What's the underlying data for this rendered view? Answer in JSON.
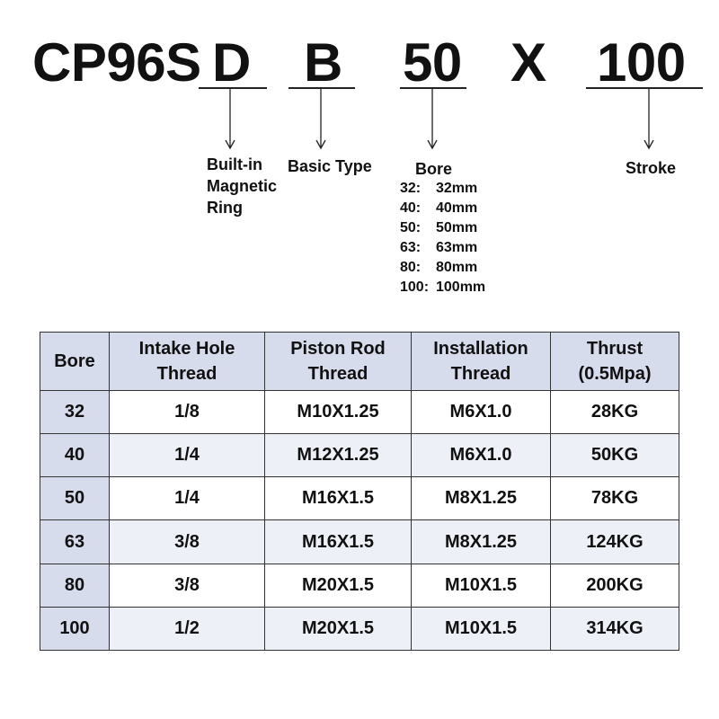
{
  "model_code": {
    "prefix": "CP96S",
    "magnet": "D",
    "type": "B",
    "bore": "50",
    "separator": "X",
    "stroke": "100"
  },
  "labels": {
    "magnet_line1": "Built-in",
    "magnet_line2": "Magnetic",
    "magnet_line3": "Ring",
    "basic_type": "Basic Type",
    "bore": "Bore",
    "stroke": "Stroke"
  },
  "bore_options": [
    {
      "code": "32:",
      "value": "32mm"
    },
    {
      "code": "40:",
      "value": "40mm"
    },
    {
      "code": "50:",
      "value": "50mm"
    },
    {
      "code": "63:",
      "value": "63mm"
    },
    {
      "code": "80:",
      "value": "80mm"
    },
    {
      "code": "100:",
      "value": "100mm"
    }
  ],
  "table": {
    "headers": [
      {
        "line1": "Bore",
        "line2": ""
      },
      {
        "line1": "Intake Hole",
        "line2": "Thread"
      },
      {
        "line1": "Piston Rod",
        "line2": "Thread"
      },
      {
        "line1": "Installation",
        "line2": "Thread"
      },
      {
        "line1": "Thrust",
        "line2": "(0.5Mpa)"
      }
    ],
    "rows": [
      [
        "32",
        "1/8",
        "M10X1.25",
        "M6X1.0",
        "28KG"
      ],
      [
        "40",
        "1/4",
        "M12X1.25",
        "M6X1.0",
        "50KG"
      ],
      [
        "50",
        "1/4",
        "M16X1.5",
        "M8X1.25",
        "78KG"
      ],
      [
        "63",
        "3/8",
        "M16X1.5",
        "M8X1.25",
        "124KG"
      ],
      [
        "80",
        "3/8",
        "M20X1.5",
        "M10X1.5",
        "200KG"
      ],
      [
        "100",
        "1/2",
        "M20X1.5",
        "M10X1.5",
        "314KG"
      ]
    ]
  },
  "colors": {
    "header_bg": "#d6dcec",
    "alt_row_bg": "#eef0f8"
  }
}
